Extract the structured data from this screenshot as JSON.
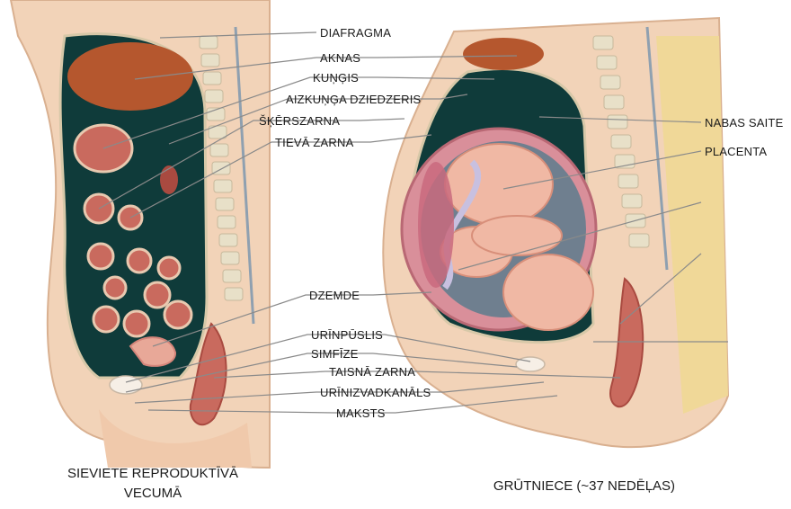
{
  "left_labels": {
    "diafragma": "DIAFRAGMA",
    "aknas": "AKNAS",
    "kungis": "KUŅĢIS",
    "aizkunga": "AIZKUŅĢA DZIEDZERIS",
    "skerszarna": "ŠĶĒRSZARNA",
    "tieva": "TIEVĀ ZARNA",
    "dzemde": "DZEMDE",
    "urinpuslis": "URĪNPŪSLIS",
    "simfize": "SIMFĪZE",
    "taisna": "TAISNĀ ZARNA",
    "urinizvad": "URĪNIZVADKANĀLS",
    "maksts": "MAKSTS"
  },
  "right_labels": {
    "nabas": "NABAS SAITE",
    "placenta": "PLACENTA"
  },
  "captions": {
    "left_line1": "SIEVIETE REPRODUKTĪVĀ",
    "left_line2": "VECUMĀ",
    "right": "GRŪTNIECE (~37 NEDĒĻAS)"
  },
  "colors": {
    "skin": "#f2d3b8",
    "cavity": "#0f3b3a",
    "organ": "#c96a5e",
    "liver": "#b5572e",
    "bone": "#e8e0c8",
    "fetus": "#f0b8a4",
    "line": "#8a8a8a"
  }
}
